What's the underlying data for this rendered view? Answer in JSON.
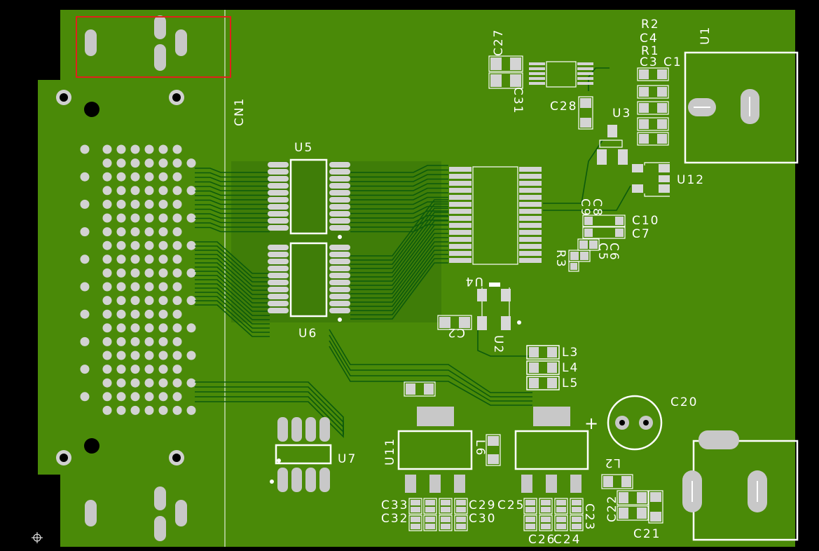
{
  "board": {
    "colors": {
      "background": "#000000",
      "substrate": "#4a8a08",
      "copper": "#3f7d08",
      "trace": "#0c5a0c",
      "pad": "#c8c8c8",
      "silkscreen": "#ffffff",
      "highlight": "#e0201c"
    }
  },
  "labels": {
    "cn1": "CN1",
    "u1": "U1",
    "u2": "U2",
    "u3": "U3",
    "u4": "U4",
    "u5": "U5",
    "u6": "U6",
    "u7": "U7",
    "u11": "U11",
    "u12": "U12",
    "r1": "R1",
    "r2": "R2",
    "r3": "R3",
    "c1": "C1",
    "c2": "C2",
    "c3": "C3",
    "c4": "C4",
    "c5": "C5",
    "c6": "C6",
    "c7": "C7",
    "c8": "C8",
    "c9": "C9",
    "c10": "C10",
    "c20": "C20",
    "c21": "C21",
    "c22": "C22",
    "c23": "C23",
    "c24": "C24",
    "c25": "C25",
    "c26": "C26",
    "c27": "C27",
    "c28": "C28",
    "c29": "C29",
    "c30": "C30",
    "c31": "C31",
    "c32": "C32",
    "c33": "C33",
    "l2": "L2",
    "l3": "L3",
    "l4": "L4",
    "l5": "L5",
    "l6": "L6",
    "plus": "+"
  }
}
